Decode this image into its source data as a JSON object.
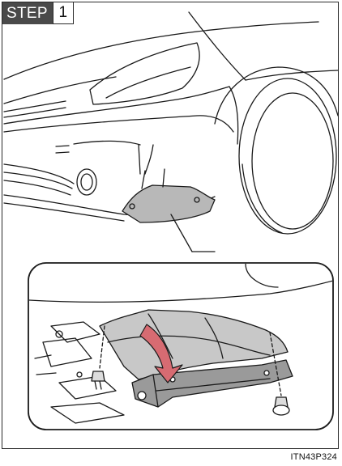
{
  "step": {
    "word": "STEP",
    "number": "1"
  },
  "figure_code": "ITN43P324",
  "colors": {
    "line": "#1a1a1a",
    "cover_fill": "#c8c8c8",
    "cover_dark": "#8a8a8a",
    "arrow_fill": "#d76b72",
    "badge": "#4a4a4a"
  }
}
